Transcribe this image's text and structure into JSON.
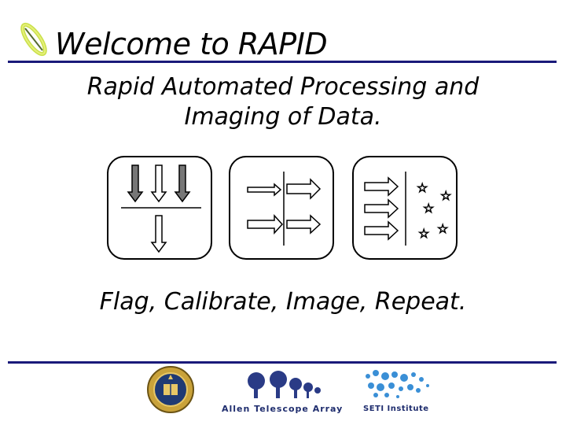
{
  "header": {
    "title": "Welcome to RAPID",
    "logo_icon": "rapid-feather-icon"
  },
  "main": {
    "subtitle_line1": "Rapid Automated Processing and",
    "subtitle_line2": "Imaging of Data.",
    "panels": [
      {
        "name": "flag-panel",
        "icon": "arrows-down-flag-icon"
      },
      {
        "name": "calibrate-panel",
        "icon": "arrows-right-calibrate-icon"
      },
      {
        "name": "image-panel",
        "icon": "arrows-to-stars-image-icon"
      }
    ],
    "tagline": "Flag, Calibrate, Image, Repeat."
  },
  "footer": {
    "logos": [
      {
        "name": "uc-seal-logo",
        "icon": "university-seal-icon"
      },
      {
        "name": "allen-telescope-array-logo",
        "text": "Allen Telescope Array"
      },
      {
        "name": "seti-institute-logo",
        "text": "SETI Institute"
      }
    ]
  },
  "colors": {
    "rule": "#1a1a7a",
    "ata_blue": "#1f2d6e",
    "seti_blue": "#3a8fd6"
  }
}
